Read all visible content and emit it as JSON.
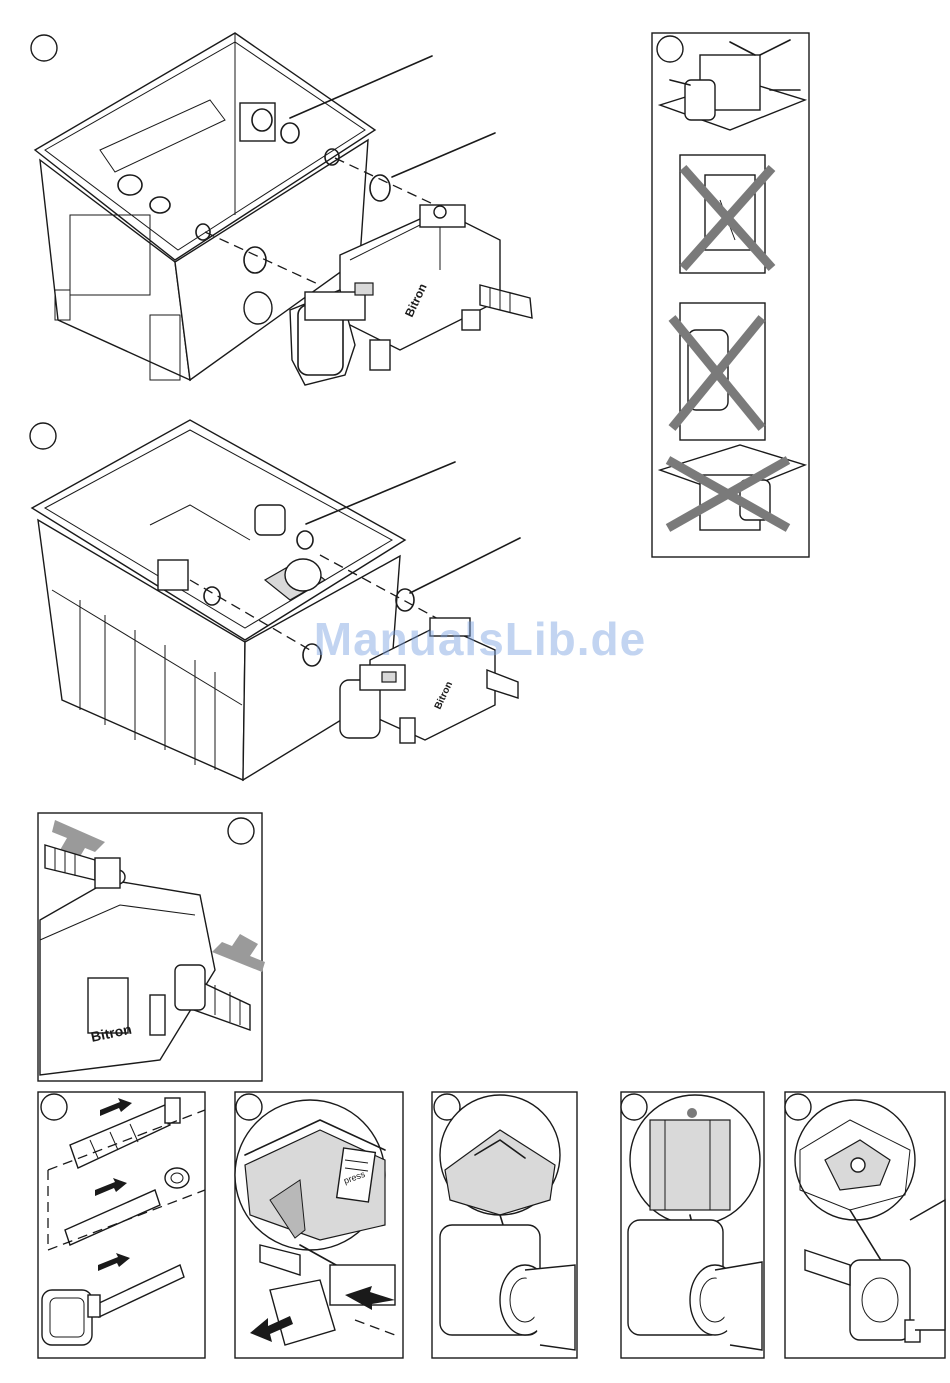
{
  "watermark": "ManualsLib.de",
  "brand_label": "Bitron",
  "press_label": "press",
  "figures": [
    {
      "id": "fig-1",
      "number": ""
    },
    {
      "id": "fig-2",
      "number": ""
    },
    {
      "id": "fig-3",
      "number": ""
    },
    {
      "id": "fig-4",
      "number": ""
    },
    {
      "id": "fig-5",
      "number": ""
    },
    {
      "id": "fig-6",
      "number": ""
    },
    {
      "id": "fig-7",
      "number": ""
    },
    {
      "id": "fig-8",
      "number": ""
    },
    {
      "id": "fig-9",
      "number": ""
    }
  ],
  "colors": {
    "line": "#1a1a1a",
    "cross": "#7a7a7a",
    "flow_arrow": "#9a9a9a",
    "watermark": "#78a0e1"
  }
}
